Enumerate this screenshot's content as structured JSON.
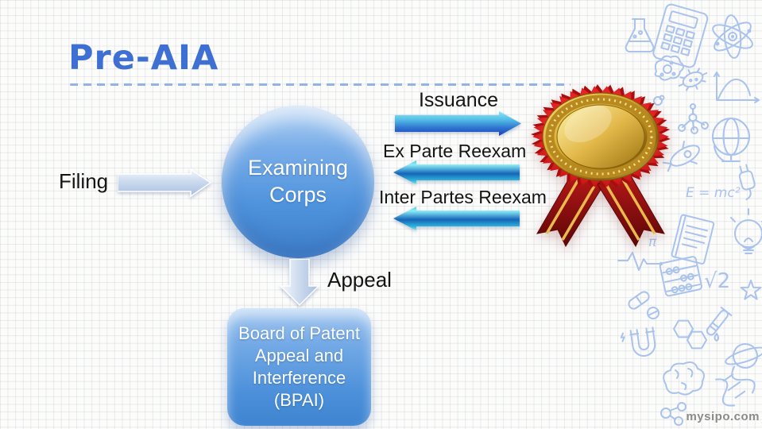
{
  "title": {
    "text": "Pre-AIA"
  },
  "flow": {
    "filing": {
      "label": "Filing"
    },
    "examining_corps": {
      "lines": [
        "Examining",
        "Corps"
      ]
    },
    "issuance": {
      "label": "Issuance"
    },
    "ex_parte": {
      "label": "Ex Parte Reexam"
    },
    "inter_partes": {
      "label": "Inter Partes Reexam"
    },
    "appeal": {
      "label": "Appeal"
    },
    "bpai": {
      "lines": [
        "Board of Patent",
        "Appeal and",
        "Interference",
        "(BPAI)"
      ]
    }
  },
  "decor": {
    "watermark": "mysipo.com",
    "equations": {
      "emc2": "E = mc²",
      "sqrt2": "√2",
      "pi": "π"
    },
    "doodles": [
      "flask",
      "calculator",
      "atom",
      "cell",
      "microbe",
      "curve-chart",
      "bubbles",
      "molecule",
      "globe",
      "rocket",
      "plug",
      "notebook",
      "lightbulb",
      "heartbeat",
      "abacus",
      "star",
      "pills",
      "test-tube",
      "magnet",
      "benzene",
      "saturn",
      "brain",
      "dna",
      "water-molecule"
    ],
    "medal": "gold-medal-red-rosette"
  },
  "colors": {
    "title": "#3e6fd2",
    "divider": "#93b3e6",
    "label_text": "#141414",
    "node_text": "#ffffff",
    "node_top": "#b3d2f2",
    "node_bottom": "#3f7ec9",
    "filing_arrow_top": "#f2f7fc",
    "filing_arrow_bottom": "#a7bedf",
    "issuance_arrow": [
      "#8ce8f5",
      "#3f8fd8",
      "#2038c0"
    ],
    "reexam_arrow": [
      "#8ceef8",
      "#1565b8",
      "#7ce8f4"
    ],
    "doodle": "#a9c3ee",
    "medal_red": "#d92323",
    "medal_gold": "#e3b84a",
    "watermark": "#8a8a8a"
  }
}
